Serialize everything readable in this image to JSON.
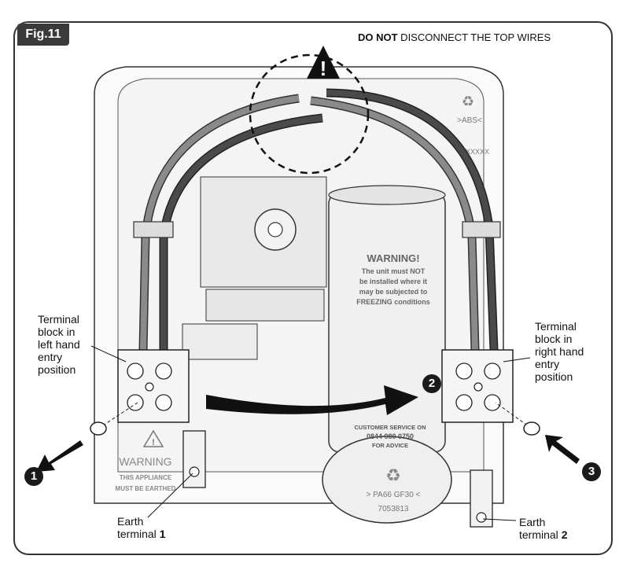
{
  "figure": {
    "tag": "Fig.11",
    "header_bold": "DO NOT",
    "header_rest": " DISCONNECT THE TOP WIRES"
  },
  "labels": {
    "left_block": "Terminal\nblock in\nleft hand\nentry\nposition",
    "right_block": "Terminal\nblock in\nright hand\nentry\nposition",
    "earth1_line1": "Earth",
    "earth1_line2": "terminal ",
    "earth1_num": "1",
    "earth2_line1": "Earth",
    "earth2_line2": "terminal ",
    "earth2_num": "2"
  },
  "callouts": [
    "1",
    "2",
    "3"
  ],
  "unit_text": {
    "warning_title": "WARNING!",
    "warning_body": [
      "The unit must NOT",
      "be installed where it",
      "may be subjected to",
      "FREEZING conditions"
    ],
    "service": [
      "CUSTOMER SERVICE ON",
      "0844 980 0750",
      "FOR ADVICE"
    ],
    "material_top": ">ABS<",
    "material_bottom": "> PA66 GF30 <",
    "part_number": "7053813",
    "serial": "XXXXXX",
    "earth_warning_title": "WARNING",
    "earth_warning_body": [
      "THIS APPLIANCE",
      "MUST BE EARTHED"
    ]
  },
  "colors": {
    "wire_gray": "#8a8a8a",
    "wire_dark": "#4a4a4a",
    "outline": "#2a2a2a",
    "callout_bg": "#1a1a1a",
    "tag_bg": "#3a3a3a"
  }
}
